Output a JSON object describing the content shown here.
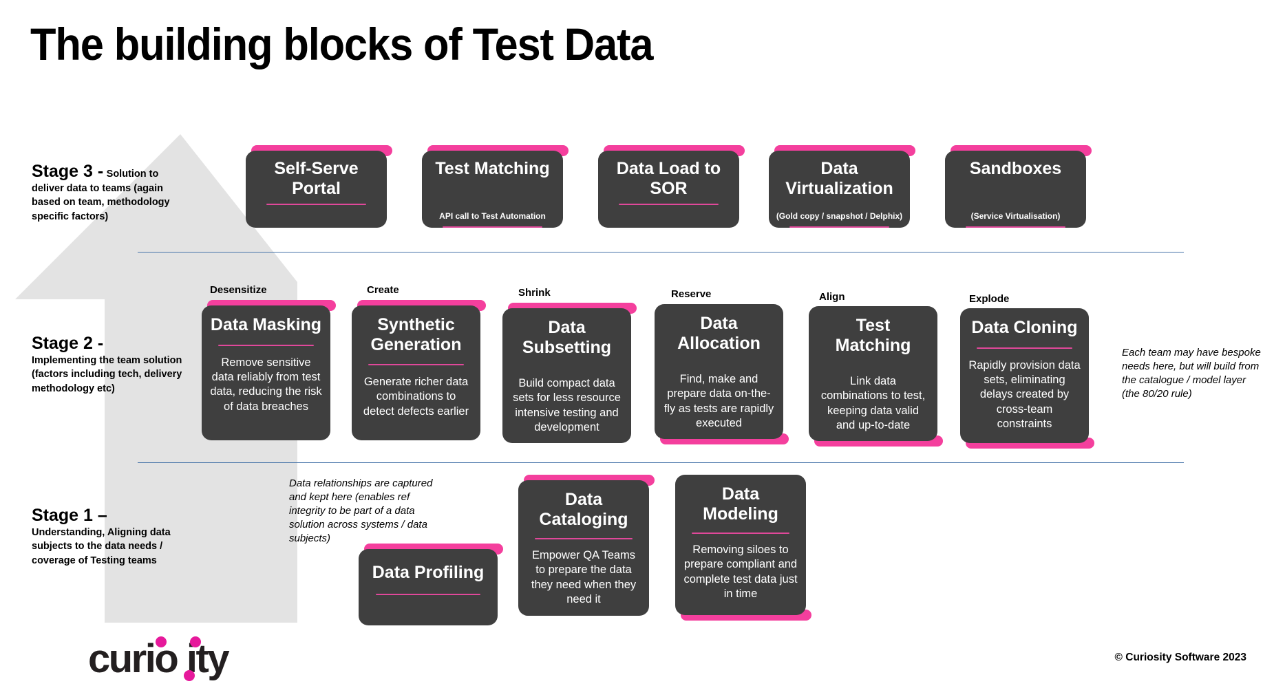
{
  "title": "The building blocks of Test Data",
  "footer": {
    "logo_text": "curiosity",
    "copyright": "© Curiosity Software 2023"
  },
  "stages": [
    {
      "heading": "Stage 3 -",
      "heading_rest": "Solution to",
      "description": "deliver data to teams (again based on team, methodology specific factors)"
    },
    {
      "heading": "Stage 2 -",
      "heading_rest": "",
      "description": "Implementing the team solution (factors including tech, delivery methodology etc)"
    },
    {
      "heading": "Stage 1 –",
      "heading_rest": "",
      "description": "Understanding, Aligning data subjects to the data needs / coverage of Testing teams"
    }
  ],
  "notes": {
    "stage2_right": "Each team may have bespoke needs here, but will build from the catalogue / model layer (the 80/20 rule)",
    "stage1_left": "Data relationships are captured and kept here (enables ref integrity to be part of a data solution across systems / data subjects)"
  },
  "stage3_cards": [
    {
      "title": "Self-Serve Portal",
      "subtitle": "",
      "bar": "top"
    },
    {
      "title": "Test Matching",
      "subtitle": "API call to Test Automation",
      "bar": "top"
    },
    {
      "title": "Data Load to SOR",
      "subtitle": "",
      "bar": "top"
    },
    {
      "title": "Data Virtualization",
      "subtitle": "(Gold copy / snapshot / Delphix)",
      "bar": "top"
    },
    {
      "title": "Sandboxes",
      "subtitle": "(Service Virtualisation)",
      "bar": "top"
    }
  ],
  "stage2_captions": [
    "Desensitize",
    "Create",
    "Shrink",
    "Reserve",
    "Align",
    "Explode"
  ],
  "stage2_cards": [
    {
      "title": "Data Masking",
      "desc": "Remove sensitive data reliably from test data, reducing the risk of data breaches",
      "bar": "top"
    },
    {
      "title": "Synthetic Generation",
      "desc": "Generate richer data combinations to detect defects earlier",
      "bar": "top"
    },
    {
      "title": "Data Subsetting",
      "desc": "Build compact data sets for less resource intensive testing and development",
      "bar": "top"
    },
    {
      "title": "Data Allocation",
      "desc": "Find, make and prepare data on-the-fly as tests are rapidly executed",
      "bar": "bottom"
    },
    {
      "title": "Test Matching",
      "desc": "Link data combinations to test, keeping data valid and up-to-date",
      "bar": "bottom"
    },
    {
      "title": "Data Cloning",
      "desc": "Rapidly provision data sets, eliminating delays created by cross-team constraints",
      "bar": "bottom"
    }
  ],
  "stage1_cards": [
    {
      "title": "Data Profiling",
      "desc": "",
      "bar": "top"
    },
    {
      "title": "Data Cataloging",
      "desc": "Empower QA Teams to prepare the data they need when they need it",
      "bar": "top"
    },
    {
      "title": "Data Modeling",
      "desc": "Removing siloes to prepare compliant and complete test data just in time",
      "bar": "bottom"
    }
  ],
  "colors": {
    "accent_pink": "#f43f9d",
    "card_dark": "#3f3f3f",
    "divider_blue": "#4472a8",
    "arrow_grey": "#e3e3e3"
  }
}
